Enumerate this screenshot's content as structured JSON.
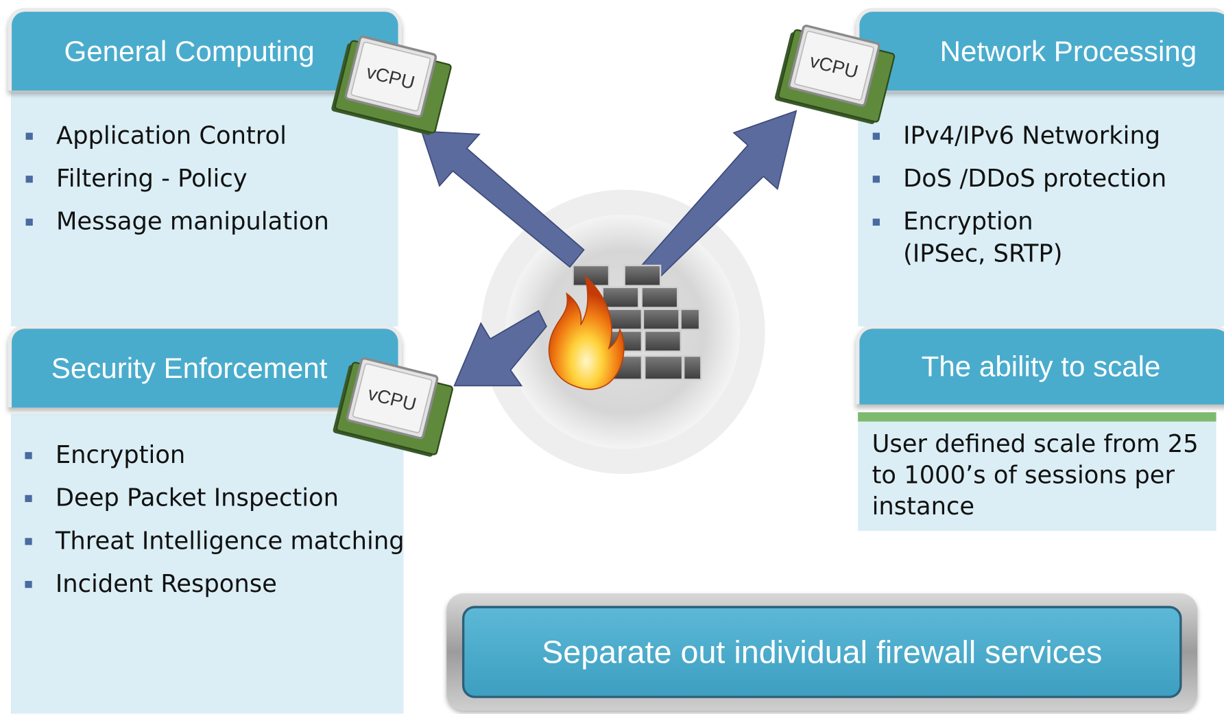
{
  "panels": {
    "general": {
      "title": "General Computing",
      "items": [
        "Application Control",
        "Filtering - Policy",
        "Message manipulation"
      ]
    },
    "network": {
      "title": "Network Processing",
      "items": [
        "IPv4/IPv6 Networking",
        "DoS /DDoS protection",
        "Encryption",
        "(IPSec, SRTP)"
      ]
    },
    "security": {
      "title": "Security Enforcement",
      "items": [
        "Encryption",
        "Deep Packet Inspection",
        "Threat Intelligence matching",
        "Incident Response"
      ]
    },
    "scale": {
      "title": "The ability to scale",
      "text": "User defined scale from 25 to 1000’s of sessions per instance"
    }
  },
  "chip_label": "vCPU",
  "banner": "Separate out individual firewall services",
  "colors": {
    "header_blue": "#4aaccd",
    "body_blue": "#dbeef5",
    "arrow": "#4a5b8c",
    "scale_accent": "#7dba6f"
  }
}
